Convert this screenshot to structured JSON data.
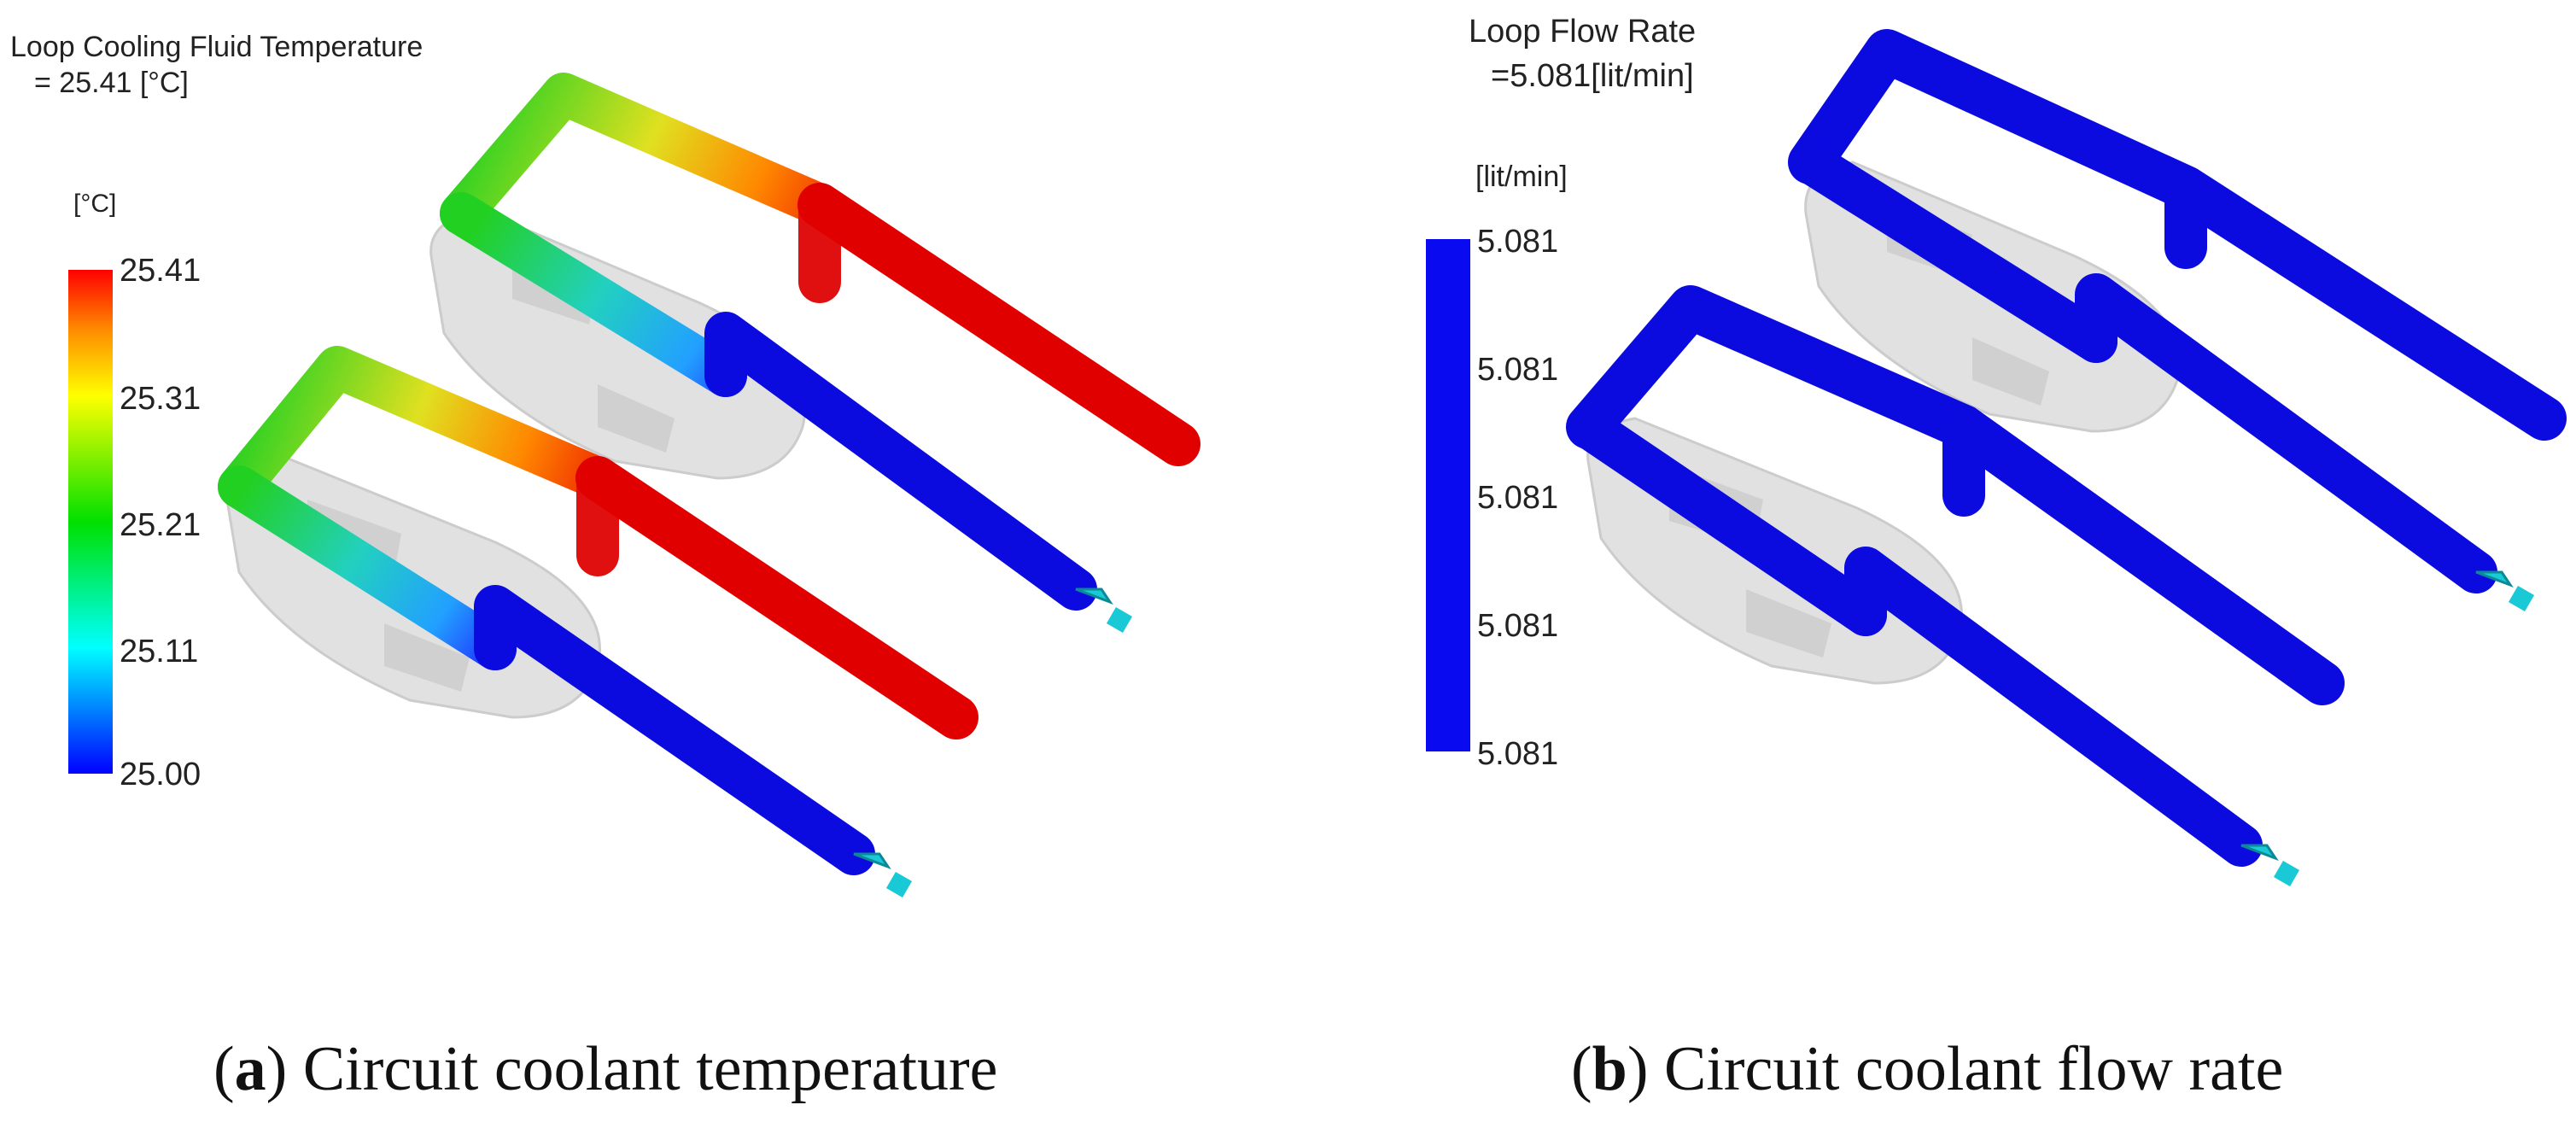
{
  "panels": [
    {
      "title": "Loop Cooling Fluid Temperature",
      "subtitle": "= 25.41 [°C]",
      "unit": "[°C]",
      "ticks": [
        "25.41",
        "25.31",
        "25.21",
        "25.11",
        "25.00"
      ],
      "colorbar": [
        "#ff0000",
        "#ff8c00",
        "#ffff00",
        "#00e000",
        "#00ffff",
        "#0000ff"
      ],
      "caption_letter": "a",
      "caption_text": " Circuit coolant temperature"
    },
    {
      "title": "Loop Flow Rate",
      "subtitle": "=5.081[lit/min]",
      "unit": "[lit/min]",
      "ticks": [
        "5.081",
        "5.081",
        "5.081",
        "5.081",
        "5.081"
      ],
      "colorbar": [
        "#0a0af0",
        "#0a0af0"
      ],
      "caption_letter": "b",
      "caption_text": " Circuit coolant flow rate"
    }
  ],
  "colors": {
    "hot": "#e00000",
    "cold": "#0b0be0",
    "flow": "#0b0be0",
    "inlet_arrow": "#19c9d6",
    "part": "#d9d9d9"
  }
}
